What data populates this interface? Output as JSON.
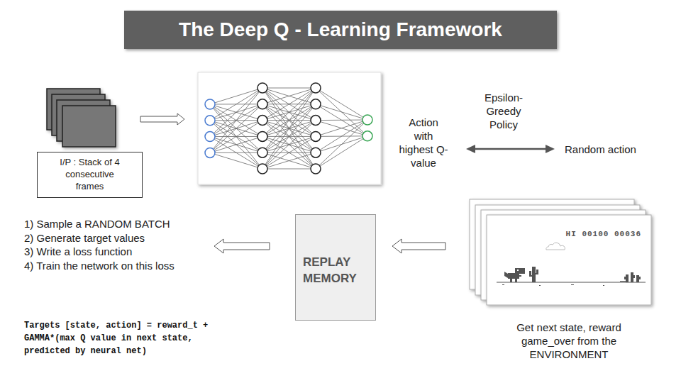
{
  "diagram": {
    "title": "The Deep Q - Learning Framework",
    "nodes": [
      {
        "text": [
          "I/P : Stack of 4 consecutive frames"
        ]
      },
      {
        "text": [
          "REPLAY MEMORY"
        ]
      },
      {
        "text": [
          "HI 00100 00036",
          "Get next state, reward game_over from the ENVIRONMENT"
        ]
      }
    ],
    "edges": [
      {
        "from": 2,
        "to": 1,
        "arrow": "to"
      }
    ],
    "labels": [
      "Action with highest Q-value",
      "Epsilon-Greedy Policy",
      "Random action",
      "1) Sample a RANDOM BATCH",
      "2) Generate target values",
      "3) Write a loss function",
      "4) Train the network on this loss",
      "Targets [state, action] = reward_t + GAMMA*(max Q value in next state, predicted by neural net)"
    ]
  }
}
